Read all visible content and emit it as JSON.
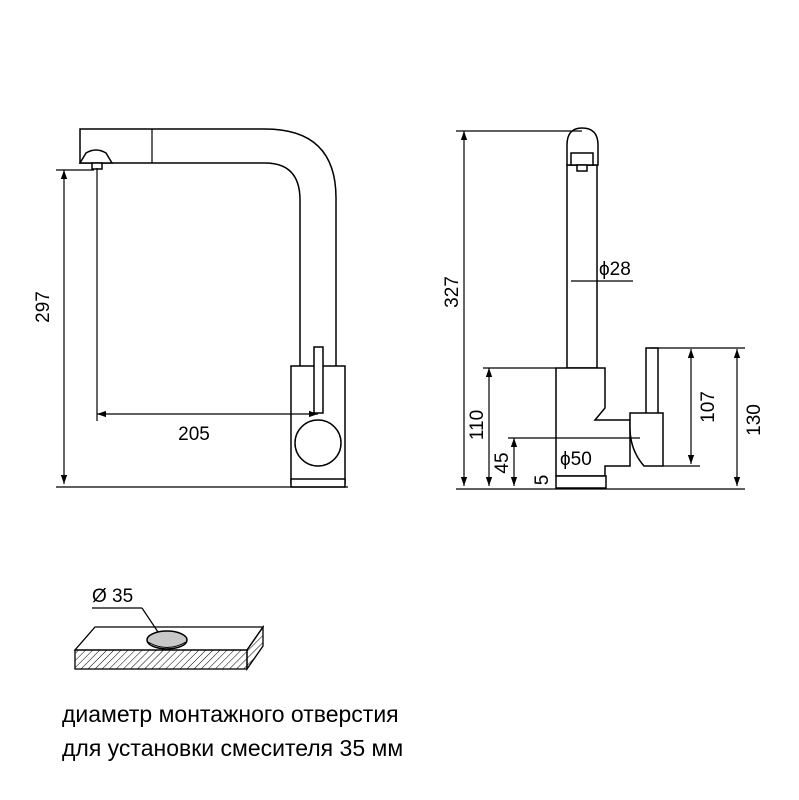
{
  "front_view": {
    "height_label": "297",
    "reach_label": "205"
  },
  "side_view": {
    "total_height_label": "327",
    "pipe_diameter_label": "ϕ28",
    "body_height_label": "110",
    "handle_height_label": "107",
    "handle_top_label": "130",
    "low_level_label": "45",
    "base_diameter_label": "ϕ50",
    "base_thickness_label": "5"
  },
  "mounting": {
    "hole_diameter_label": "Ø 35"
  },
  "caption": {
    "line1": "диаметр монтажного отверстия",
    "line2": "для установки смесителя 35 мм"
  }
}
